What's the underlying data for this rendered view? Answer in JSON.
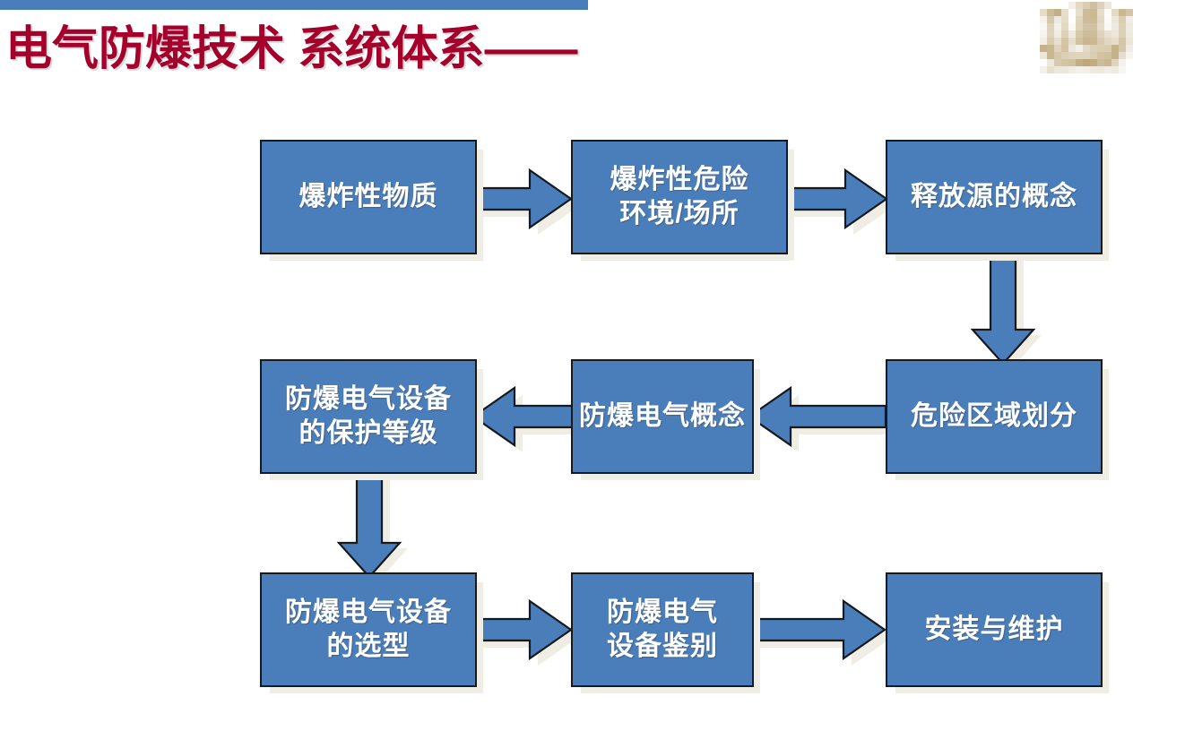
{
  "slide": {
    "title": "电气防爆技术 系统体系——",
    "title_color": "#A5002B",
    "top_bar_color": "#4A7EBB",
    "background_color": "#FFFFFF"
  },
  "logo": {
    "name": "pixelated-institution-logo",
    "description": "blurred beige institutional emblem",
    "color": "#CDBE9E"
  },
  "diagram": {
    "type": "flowchart",
    "node_fill": "#4A7EBB",
    "node_border": "#16191D",
    "node_text_color": "#FFFFFF",
    "shadow_color": "#EFEDE4",
    "arrow_fill": "#4A7EBB",
    "nodes": [
      {
        "id": "n1",
        "label": "爆炸性物质",
        "row": 1,
        "col": 1
      },
      {
        "id": "n2",
        "label": "爆炸性危险\n环境/场所",
        "row": 1,
        "col": 2
      },
      {
        "id": "n3",
        "label": "释放源的概念",
        "row": 1,
        "col": 3
      },
      {
        "id": "n4",
        "label": "防爆电气设备\n的保护等级",
        "row": 2,
        "col": 1
      },
      {
        "id": "n5",
        "label": "防爆电气概念",
        "row": 2,
        "col": 2
      },
      {
        "id": "n6",
        "label": "危险区域划分",
        "row": 2,
        "col": 3
      },
      {
        "id": "n7",
        "label": "防爆电气设备\n的选型",
        "row": 3,
        "col": 1
      },
      {
        "id": "n8",
        "label": "防爆电气\n设备鉴别",
        "row": 3,
        "col": 2
      },
      {
        "id": "n9",
        "label": "安装与维护",
        "row": 3,
        "col": 3
      }
    ],
    "edges": [
      {
        "from": "n1",
        "to": "n2",
        "direction": "right"
      },
      {
        "from": "n2",
        "to": "n3",
        "direction": "right"
      },
      {
        "from": "n3",
        "to": "n6",
        "direction": "down"
      },
      {
        "from": "n6",
        "to": "n5",
        "direction": "left"
      },
      {
        "from": "n5",
        "to": "n4",
        "direction": "left"
      },
      {
        "from": "n4",
        "to": "n7",
        "direction": "down"
      },
      {
        "from": "n7",
        "to": "n8",
        "direction": "right"
      },
      {
        "from": "n8",
        "to": "n9",
        "direction": "right"
      }
    ]
  }
}
